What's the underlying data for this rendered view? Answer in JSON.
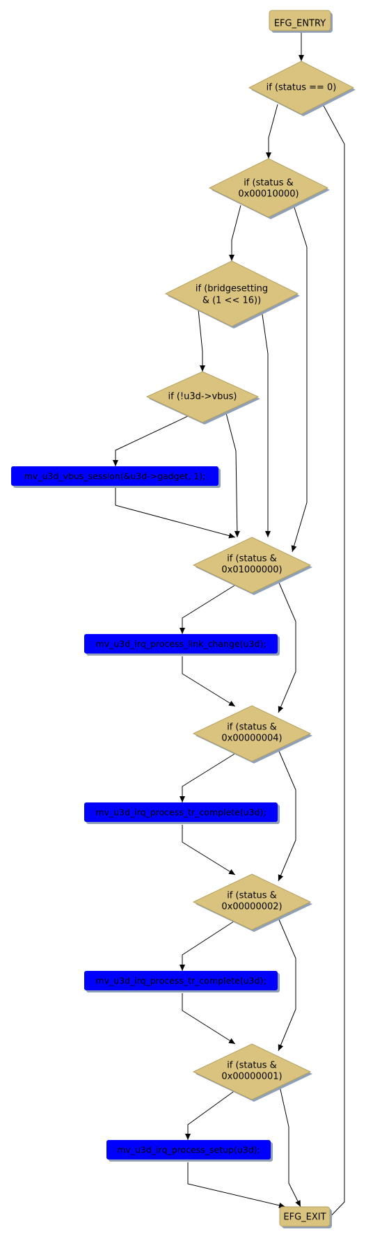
{
  "diagram": {
    "entry_label": "EFG_ENTRY",
    "exit_label": "EFG_EXIT",
    "decisions": [
      {
        "line1": "if (status == 0)",
        "line2": ""
      },
      {
        "line1": "if (status &",
        "line2": "0x00010000)"
      },
      {
        "line1": "if (bridgesetting",
        "line2": "& (1 << 16))"
      },
      {
        "line1": "if (!u3d->vbus)",
        "line2": ""
      },
      {
        "line1": "if (status &",
        "line2": "0x01000000)"
      },
      {
        "line1": "if (status &",
        "line2": "0x00000004)"
      },
      {
        "line1": "if (status &",
        "line2": "0x00000002)"
      },
      {
        "line1": "if (status &",
        "line2": "0x00000001)"
      }
    ],
    "actions": [
      "mv_u3d_vbus_session(&u3d->gadget, 1);",
      "mv_u3d_irq_process_link_change(u3d);",
      "mv_u3d_irq_process_tr_complete(u3d);",
      "mv_u3d_irq_process_tr_complete(u3d);",
      "mv_u3d_irq_process_setup(u3d);"
    ],
    "colors": {
      "decision_fill": "#d9c37f",
      "decision_stroke": "#b4a060",
      "terminal_fill": "#d9c37f",
      "action_fill": "#0000ff",
      "shadow": "#8f9fb6",
      "edge": "#000000"
    }
  }
}
